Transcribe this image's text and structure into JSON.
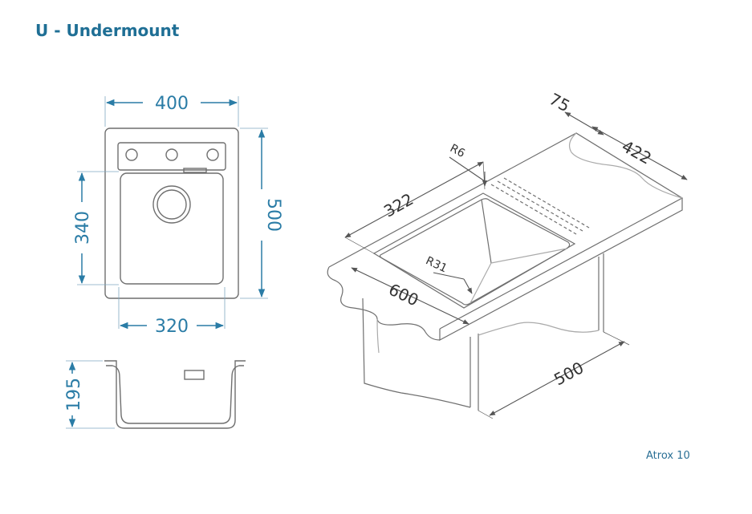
{
  "title": "U - Undermount",
  "model": "Atrox 10",
  "colors": {
    "title": "#1f6f95",
    "dimension": "#2a7ca6",
    "outline": "#6f6f6f",
    "dimension_text": "#333333",
    "model": "#2a6f95"
  },
  "dimensions": {
    "top_width": "400",
    "top_height": "500",
    "bowl_width": "320",
    "bowl_height": "340",
    "depth": "195",
    "perspective_bowl_width": "322",
    "perspective_worktop_width": "600",
    "perspective_depth": "500",
    "perspective_drainer": "75",
    "perspective_drainer_length": "422",
    "corner_radius_small": "R6",
    "corner_radius_bowl": "R31"
  }
}
